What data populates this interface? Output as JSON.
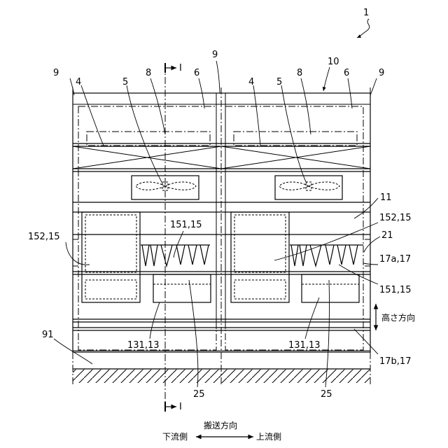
{
  "labels": {
    "device_no": "1",
    "divider_left": "9",
    "divider_mid": "9",
    "divider_right": "9",
    "housing": "10",
    "filter_left": "4",
    "fan_left": "5",
    "duct_left": "8",
    "partition_left": "6",
    "filter_right": "4",
    "fan_right": "5",
    "duct_right": "8",
    "partition_right": "6",
    "section_mark_top": "I",
    "section_mark_bottom": "I",
    "chamber": "11",
    "heater_upper_left": "152,15",
    "heater_upper_right": "152,15",
    "heater_lower_left": "151,15",
    "heater_lower_right": "151,15",
    "nozzle": "21",
    "rail_upper": "17a,17",
    "rail_lower": "17b,17",
    "support_left": "131,13",
    "support_right": "131,13",
    "gap_left": "25",
    "gap_right": "25",
    "floor": "91"
  },
  "legend": {
    "height_direction": "高さ方向",
    "conveying_direction": "搬送方向",
    "downstream": "下流側",
    "upstream": "上流側"
  }
}
